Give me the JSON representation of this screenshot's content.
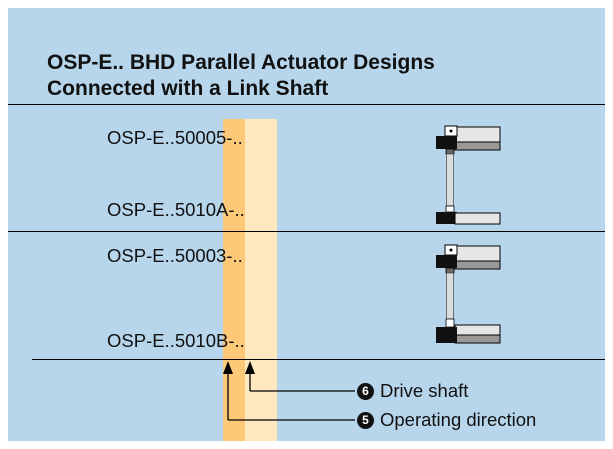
{
  "title": {
    "line1": "OSP-E.. BHD Parallel Actuator Designs",
    "line2": "Connected with a Link Shaft"
  },
  "groups": [
    {
      "top_model": "OSP-E..50005-..",
      "bottom_model": "OSP-E..5010A-.."
    },
    {
      "top_model": "OSP-E..50003-..",
      "bottom_model": "OSP-E..5010B-.."
    }
  ],
  "legend": [
    {
      "number": "6",
      "label": "Drive shaft"
    },
    {
      "number": "5",
      "label": "Operating direction"
    }
  ],
  "colors": {
    "background": "#b7d6ec",
    "highlight_operating_direction": "#fdc878",
    "highlight_drive_shaft": "#fde8c0"
  },
  "icons": [
    "actuator-icon",
    "link-shaft-icon",
    "arrow-up-icon"
  ]
}
